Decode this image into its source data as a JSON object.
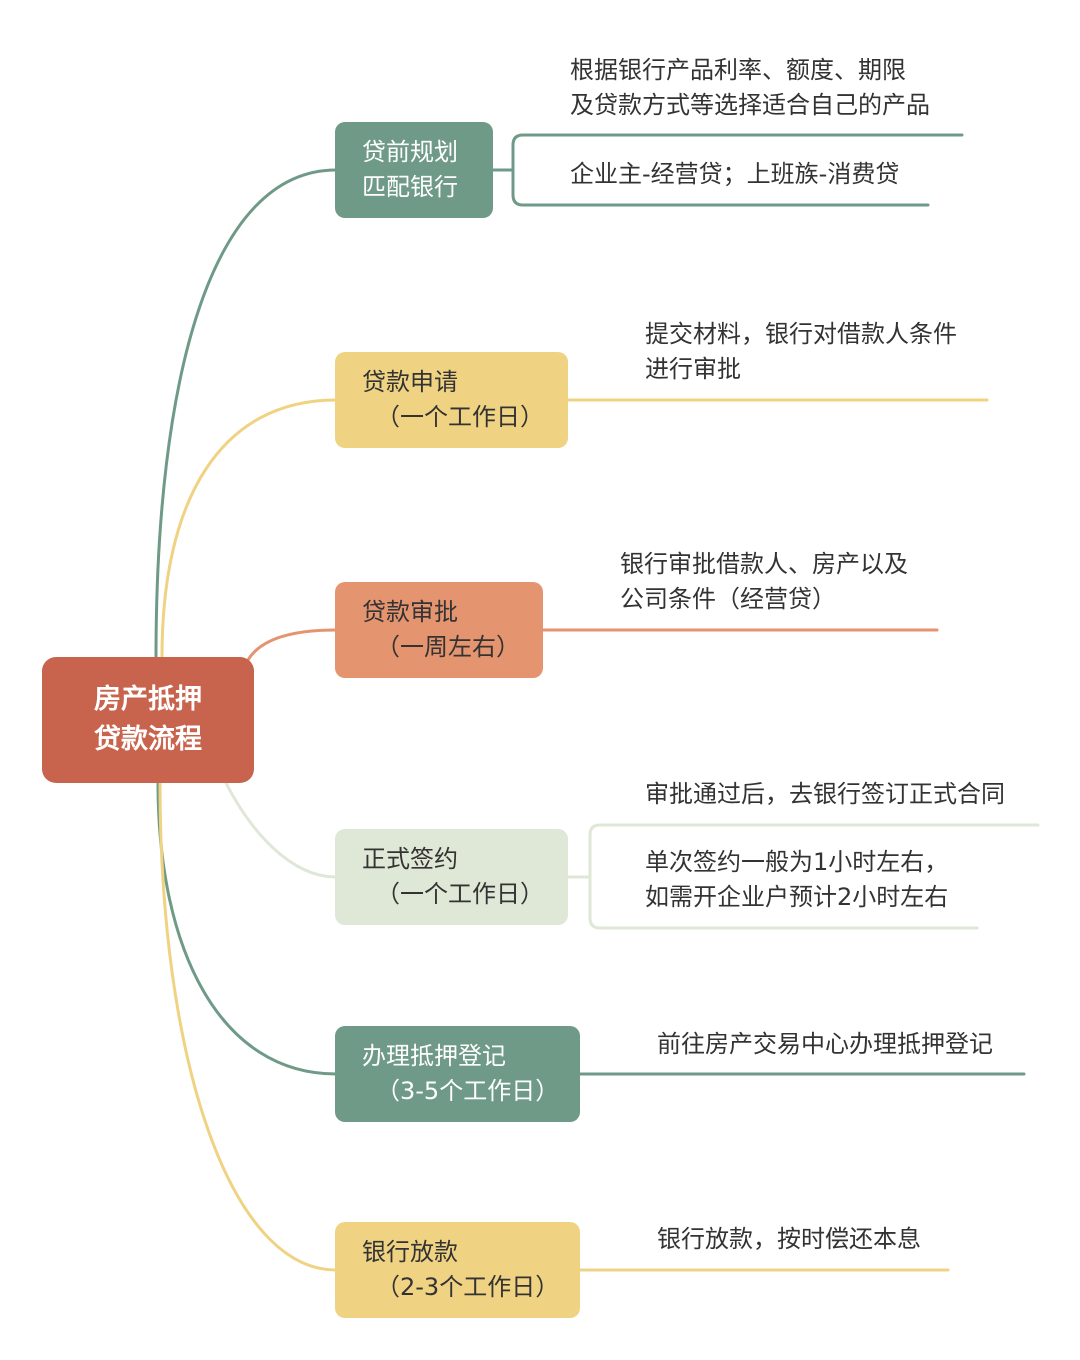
{
  "colors": {
    "root": "#c8634d",
    "green": "#6f9a88",
    "yellow": "#efd383",
    "orange": "#e4946f",
    "pale_green": "#dfe8d6",
    "text_dark": "#333333",
    "text_light": "#ffffff"
  },
  "root": {
    "line1": "房产抵押",
    "line2": "贷款流程"
  },
  "steps": [
    {
      "line1": "贷前规划",
      "line2": "匹配银行",
      "color": "green",
      "notes": [
        {
          "lines": [
            "根据银行产品利率、额度、期限",
            "及贷款方式等选择适合自己的产品"
          ]
        },
        {
          "lines": [
            "企业主-经营贷；上班族-消费贷"
          ]
        }
      ]
    },
    {
      "line1": "贷款申请",
      "line2": "（一个工作日）",
      "color": "yellow",
      "notes": [
        {
          "lines": [
            "提交材料，银行对借款人条件",
            "进行审批"
          ]
        }
      ]
    },
    {
      "line1": "贷款审批",
      "line2": "（一周左右）",
      "color": "orange",
      "notes": [
        {
          "lines": [
            "银行审批借款人、房产以及",
            "公司条件（经营贷）"
          ]
        }
      ]
    },
    {
      "line1": "正式签约",
      "line2": "（一个工作日）",
      "color": "pale_green",
      "notes": [
        {
          "lines": [
            "审批通过后，去银行签订正式合同"
          ]
        },
        {
          "lines": [
            "单次签约一般为1小时左右，",
            "如需开企业户预计2小时左右"
          ]
        }
      ]
    },
    {
      "line1": "办理抵押登记",
      "line2": "（3-5个工作日）",
      "color": "green",
      "notes": [
        {
          "lines": [
            "前往房产交易中心办理抵押登记"
          ]
        }
      ]
    },
    {
      "line1": "银行放款",
      "line2": "（2-3个工作日）",
      "color": "yellow",
      "notes": [
        {
          "lines": [
            "银行放款，按时偿还本息"
          ]
        }
      ]
    }
  ]
}
